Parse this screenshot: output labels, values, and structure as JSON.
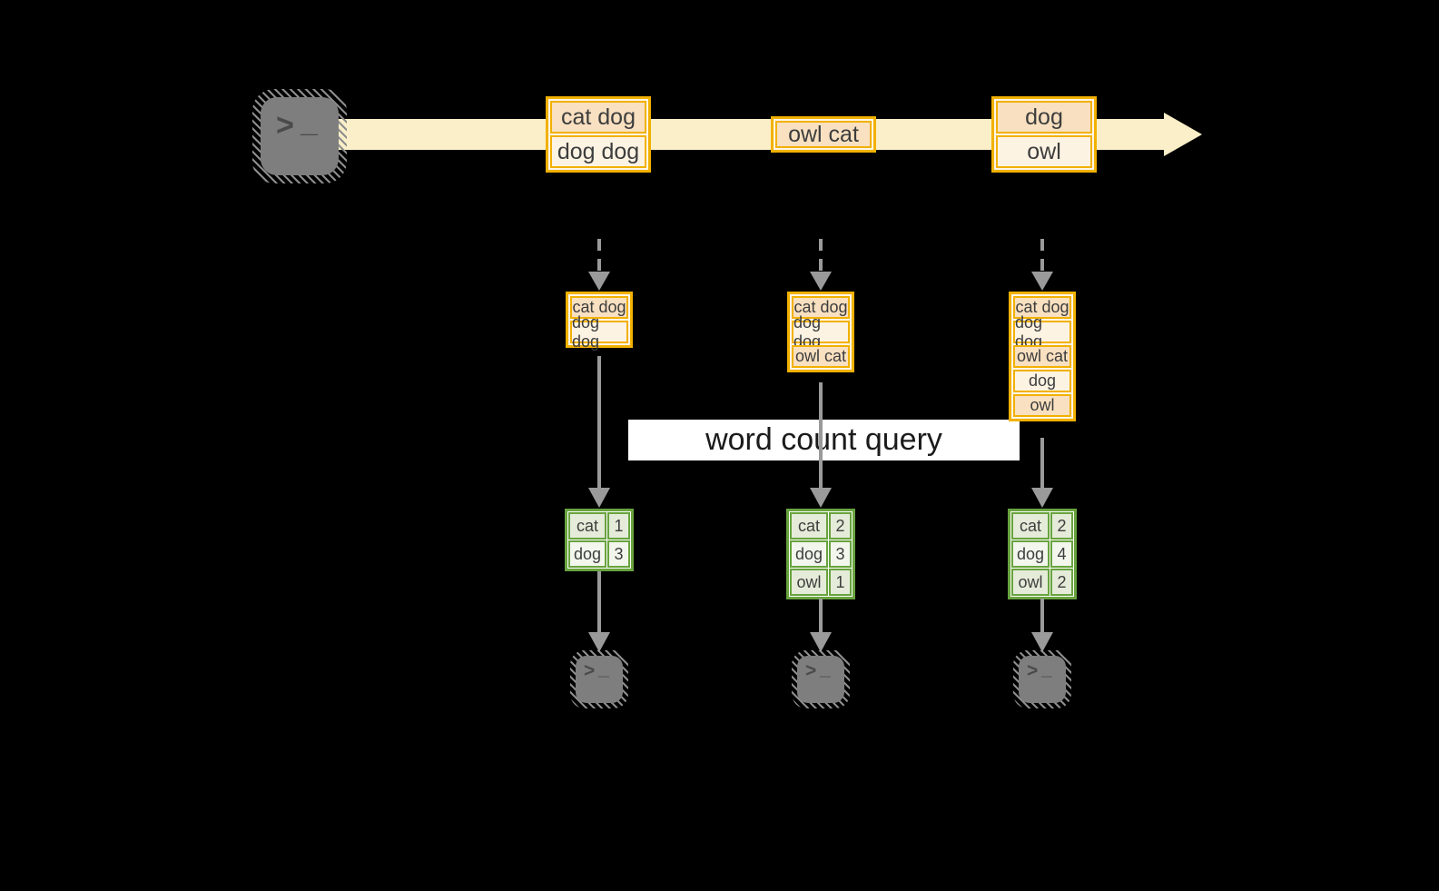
{
  "banner": {
    "label": "word count query"
  },
  "stream": {
    "events": [
      {
        "rows": [
          "cat dog",
          "dog dog"
        ]
      },
      {
        "rows": [
          "owl cat"
        ]
      },
      {
        "rows": [
          "dog",
          "owl"
        ]
      }
    ]
  },
  "columns": [
    {
      "buffer": [
        "cat dog",
        "dog dog"
      ],
      "counts": [
        {
          "word": "cat",
          "count": "1"
        },
        {
          "word": "dog",
          "count": "3"
        }
      ]
    },
    {
      "buffer": [
        "cat dog",
        "dog dog",
        "owl cat"
      ],
      "counts": [
        {
          "word": "cat",
          "count": "2"
        },
        {
          "word": "dog",
          "count": "3"
        },
        {
          "word": "owl",
          "count": "1"
        }
      ]
    },
    {
      "buffer": [
        "cat dog",
        "dog dog",
        "owl cat",
        "dog",
        "owl"
      ],
      "counts": [
        {
          "word": "cat",
          "count": "2"
        },
        {
          "word": "dog",
          "count": "4"
        },
        {
          "word": "owl",
          "count": "2"
        }
      ]
    }
  ],
  "icons": {
    "chevron": ">",
    "underscore": "_"
  },
  "palette": {
    "background": "#000000",
    "stream_fill": "#faefc8",
    "event_border": "#f2b100",
    "event_row_dark": "#f8e0c0",
    "event_row_light": "#fdf3e3",
    "table_border": "#68a33e",
    "table_row_dark": "#e4ecd9",
    "table_row_light": "#f2f6ed",
    "connector_gray": "#9a9a9a",
    "terminal_gray": "#7e7e7e",
    "banner_bg": "#ffffff"
  }
}
